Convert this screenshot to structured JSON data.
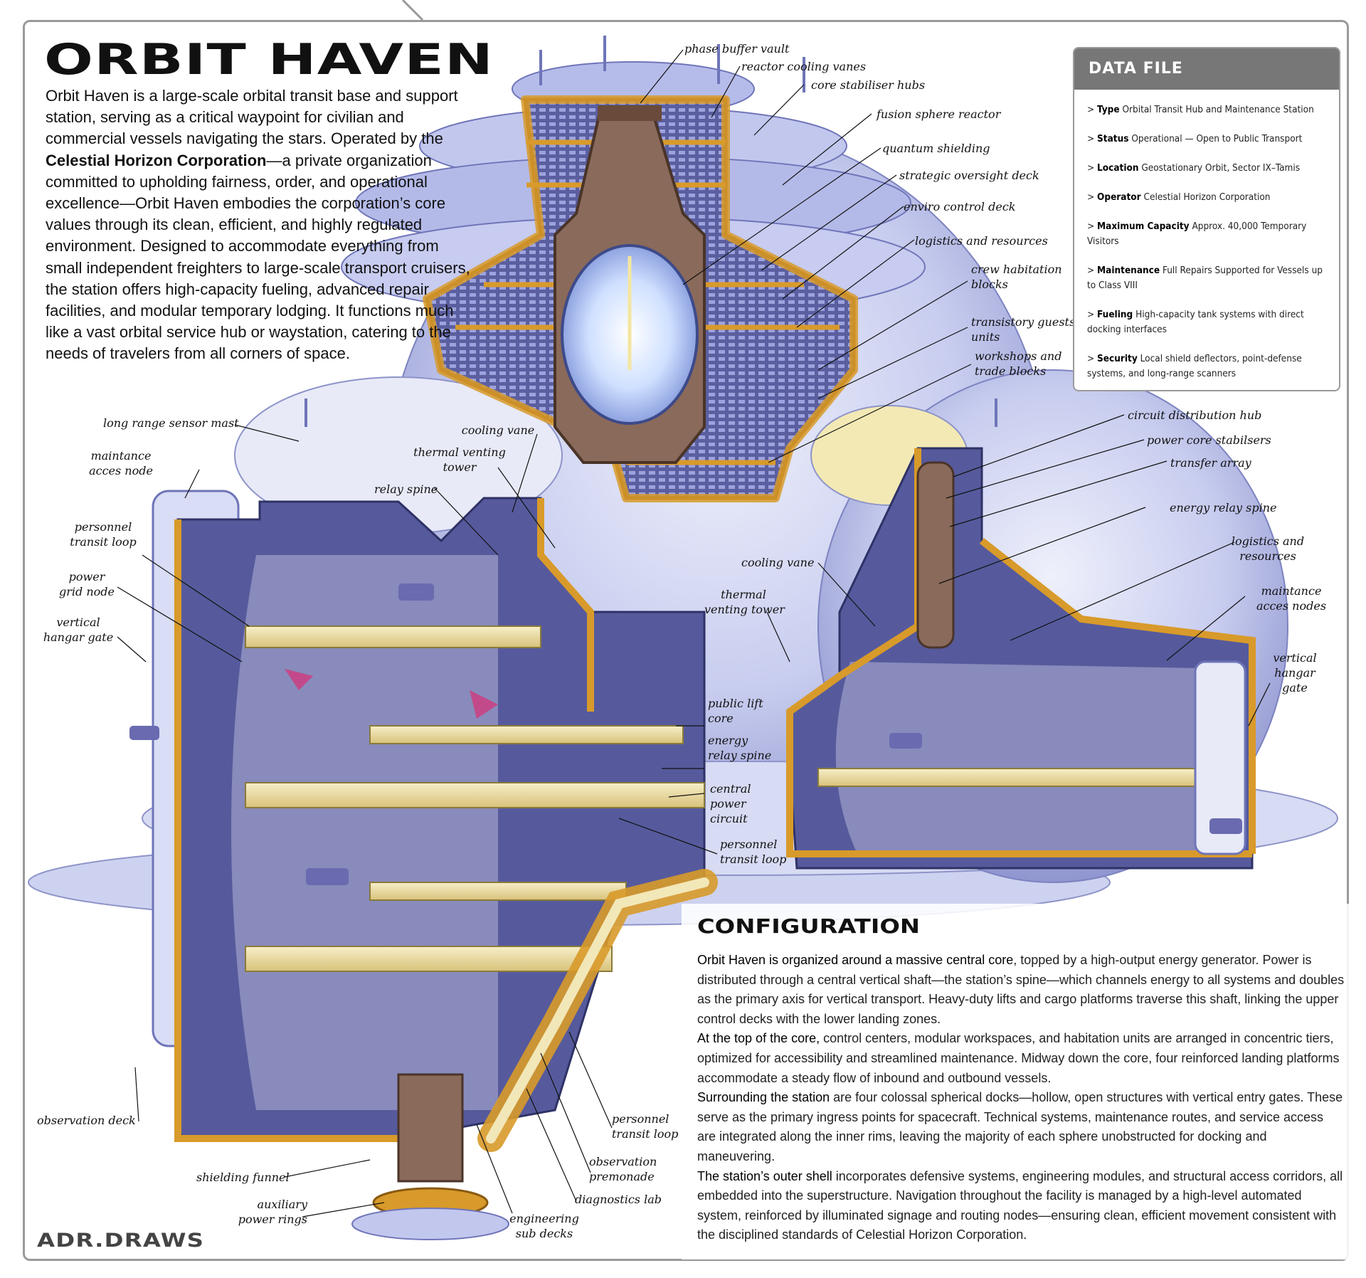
{
  "title": "ORBIT HAVEN",
  "intro": {
    "p1": "Orbit Haven is a large-scale orbital transit base and support station, serving as a critical waypoint for civilian and commercial vessels navigating the stars. Operated by the ",
    "org": "Celestial Horizon Corporation",
    "p2": "—a private organization committed to upholding fairness, order, and operational excellence—Orbit Haven embodies the corporation’s core values through its clean, efficient, and highly regulated environment. Designed to accommodate everything from small independent freighters to large-scale transport cruisers, the station offers high-capacity fueling, advanced repair facilities, and modular temporary lodging. It functions much like a vast orbital service hub or waystation, catering to the needs of travelers from all corners of space."
  },
  "labels": {
    "phase_buffer_vault": "phase buffer vault",
    "reactor_cooling_vanes": "reactor cooling vanes",
    "core_stabiliser_hubs": "core stabiliser hubs",
    "fusion_sphere_reactor": "fusion sphere reactor",
    "quantum_shielding": "quantum shielding",
    "strategic_oversight_deck": "strategic oversight deck",
    "enviro_control_deck": "enviro control deck",
    "logistics_and_resources_top": "logistics and resources",
    "crew_habitation_1": "crew habitation",
    "crew_habitation_2": "blocks",
    "transitory_guests_1": "transistory guests",
    "transitory_guests_2": "units",
    "workshops_1": "workshops and",
    "workshops_2": "trade blocks",
    "long_range_sensor_mast": "long range sensor mast",
    "cooling_vane_left": "cooling vane",
    "thermal_venting_tower_left_1": "thermal venting",
    "thermal_venting_tower_left_2": "tower",
    "relay_spine": "relay spine",
    "maintance_acces_node_1": "maintance",
    "maintance_acces_node_2": "acces node",
    "personnel_transit_loop_left_1": "personnel",
    "personnel_transit_loop_left_2": "transit loop",
    "power_grid_node_1": "power",
    "power_grid_node_2": "grid node",
    "vertical_hangar_gate_left_1": "vertical",
    "vertical_hangar_gate_left_2": "hangar gate",
    "circuit_distribution_hub": "circuit distribution hub",
    "power_core_stabilsers": "power core stabilsers",
    "transfer_array": "transfer array",
    "energy_relay_spine_right": "energy relay spine",
    "logistics_and_resources_right_1": "logistics and",
    "logistics_and_resources_right_2": "resources",
    "maintance_acces_nodes_1": "maintance",
    "maintance_acces_nodes_2": "acces nodes",
    "vertical_hangar_gate_right_1": "vertical",
    "vertical_hangar_gate_right_2": "hangar",
    "vertical_hangar_gate_right_3": "gate",
    "cooling_vane_right": "cooling vane",
    "thermal_venting_tower_right_1": "thermal",
    "thermal_venting_tower_right_2": "venting tower",
    "public_lift_core_1": "public lift",
    "public_lift_core_2": "core",
    "energy_relay_spine_mid_1": "energy",
    "energy_relay_spine_mid_2": "relay spine",
    "central_power_circuit_1": "central",
    "central_power_circuit_2": "power",
    "central_power_circuit_3": "circuit",
    "personnel_transit_loop_mid_1": "personnel",
    "personnel_transit_loop_mid_2": "transit loop",
    "observation_deck": "observation deck",
    "shielding_funnel": "shielding funnel",
    "auxiliary_power_rings_1": "auxiliary",
    "auxiliary_power_rings_2": "power rings",
    "engineering_sub_decks_1": "engineering",
    "engineering_sub_decks_2": "sub decks",
    "diagnostics_lab": "diagnostics lab",
    "observation_premonade_1": "observation",
    "observation_premonade_2": "premonade",
    "personnel_transit_loop_bottom_1": "personnel",
    "personnel_transit_loop_bottom_2": "transit loop"
  },
  "data_file": {
    "heading": "DATA FILE",
    "items": [
      {
        "key": "Type",
        "value": "Orbital Transit Hub and Maintenance Station"
      },
      {
        "key": "Status",
        "value": "Operational — Open to Public Transport"
      },
      {
        "key": "Location",
        "value": "Geostationary Orbit, Sector IX–Tamis"
      },
      {
        "key": "Operator",
        "value": "Celestial Horizon Corporation"
      },
      {
        "key": "Maximum Capacity",
        "value": "Approx. 40,000 Temporary Visitors"
      },
      {
        "key": "Maintenance",
        "value": "Full Repairs Supported for Vessels up to Class VIII"
      },
      {
        "key": "Fueling",
        "value": "High-capacity tank systems with direct docking interfaces"
      },
      {
        "key": "Security",
        "value": "Local shield deflectors, point-defense systems, and long-range scanners"
      }
    ]
  },
  "configuration": {
    "heading": "CONFIGURATION",
    "s1_lead": "Orbit Haven is organized around a massive central core",
    "s1_body": ", topped by a high-output energy generator. Power is distributed through a central vertical shaft—the station’s spine—which channels energy to all systems and doubles as the primary axis for vertical transport. Heavy-duty lifts and cargo platforms traverse this shaft, linking the upper control decks with the lower landing zones.",
    "s2_lead": "At the top of the core,",
    "s2_body": " control centers, modular workspaces, and habitation units are arranged in concentric tiers, optimized for accessibility and streamlined maintenance. Midway down the core, four reinforced landing platforms accommodate a steady flow of inbound and outbound vessels.",
    "s3_lead": "Surrounding the station",
    "s3_body": " are four colossal spherical docks—hollow, open structures with vertical entry gates. These serve as the primary ingress points for spacecraft. Technical systems, maintenance routes, and service access are integrated along the inner rims, leaving the majority of each sphere unobstructed for docking and maneuvering.",
    "s4_lead": "The station’s outer shell",
    "s4_body": " incorporates defensive systems, engineering modules, and structural access corridors, all embedded into the superstructure. Navigation throughout the facility is managed by a high-level automated system, reinforced by illuminated signage and routing nodes—ensuring clean, efficient movement consistent with the disciplined standards of Celestial Horizon Corporation."
  },
  "signature": "ADR.DRAWS",
  "colors": {
    "hull": "#c9cff0",
    "hull_dark": "#6f75b8",
    "interior": "#4b4f8f",
    "frame": "#d89a2a",
    "frame_dark": "#8a5a12",
    "core": "#8a6a5a",
    "deck": "#efe2a8"
  }
}
